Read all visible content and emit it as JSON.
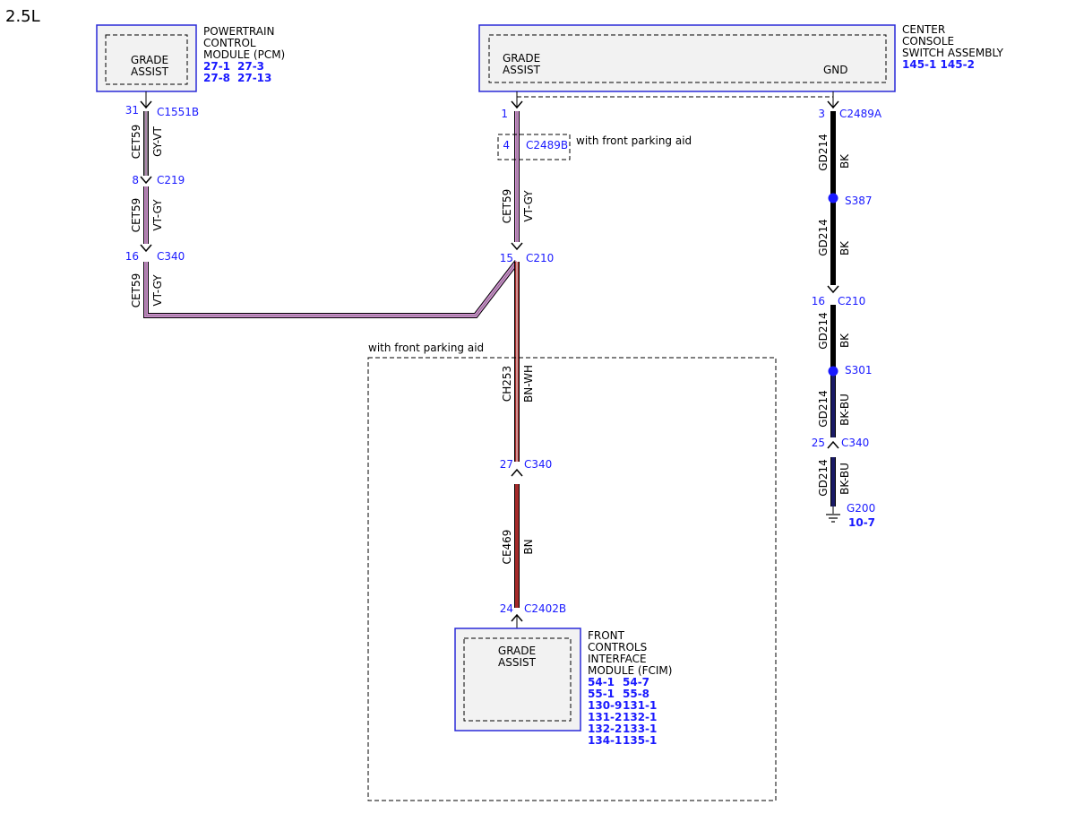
{
  "title": "2.5L",
  "modules": {
    "pcm": {
      "function": [
        "GRADE",
        "ASSIST"
      ],
      "name": [
        "POWERTRAIN",
        "CONTROL",
        "MODULE (PCM)"
      ],
      "refs": [
        "27-1",
        "27-3",
        "27-8",
        "27-13"
      ]
    },
    "ccsa": {
      "function": [
        "GRADE",
        "ASSIST"
      ],
      "gnd": "GND",
      "name": [
        "CENTER",
        "CONSOLE",
        "SWITCH ASSEMBLY"
      ],
      "refs": "145-1 145-2"
    },
    "fcim": {
      "function": [
        "GRADE",
        "ASSIST"
      ],
      "name": [
        "FRONT",
        "CONTROLS",
        "INTERFACE",
        "MODULE (FCIM)"
      ],
      "refs": [
        [
          "54-1",
          "54-7"
        ],
        [
          "55-1",
          "55-8"
        ],
        [
          "130-9",
          "131-1"
        ],
        [
          "131-2",
          "132-1"
        ],
        [
          "132-2",
          "133-1"
        ],
        [
          "134-1",
          "135-1"
        ]
      ]
    }
  },
  "pcm_path": {
    "connectors": [
      {
        "pin": "31",
        "name": "C1551B"
      },
      {
        "pin": "8",
        "name": "C219"
      },
      {
        "pin": "16",
        "name": "C340"
      }
    ],
    "wires": [
      {
        "circuit": "CET59",
        "color": "GY-VT"
      },
      {
        "circuit": "CET59",
        "color": "VT-GY"
      },
      {
        "circuit": "CET59",
        "color": "VT-GY"
      }
    ]
  },
  "center_path": {
    "connectors": [
      {
        "pin": "1",
        "name": ""
      },
      {
        "pin": "4",
        "name": "C2489B"
      },
      {
        "pin": "15",
        "name": "C210"
      },
      {
        "pin": "27",
        "name": "C340"
      },
      {
        "pin": "24",
        "name": "C2402B"
      }
    ],
    "wires": [
      {
        "circuit": "CET59",
        "color": "VT-GY"
      },
      {
        "circuit": "CH253",
        "color": "BN-WH"
      },
      {
        "circuit": "CE469",
        "color": "BN"
      }
    ],
    "option_note_connector": "with front parking aid",
    "option_note_box": "with front parking aid"
  },
  "ground_path": {
    "connectors": [
      {
        "pin": "3",
        "name": "C2489A"
      },
      {
        "pin": "16",
        "name": "C210"
      },
      {
        "pin": "25",
        "name": "C340"
      }
    ],
    "splices": [
      "S387",
      "S301"
    ],
    "wires": [
      {
        "circuit": "GD214",
        "color": "BK"
      },
      {
        "circuit": "GD214",
        "color": "BK"
      },
      {
        "circuit": "GD214",
        "color": "BK"
      },
      {
        "circuit": "GD214",
        "color": "BK-BU"
      },
      {
        "circuit": "GD214",
        "color": "BK-BU"
      }
    ],
    "ground": {
      "name": "G200",
      "ref": "10-7"
    }
  },
  "colors": {
    "module_border": "#2a2ad8",
    "blue_text": "#1a1aff",
    "violet": "#d58cd5",
    "gray": "#808080",
    "brown": "#a52a2a",
    "black": "#000000",
    "dark_blue": "#1a1a66"
  }
}
